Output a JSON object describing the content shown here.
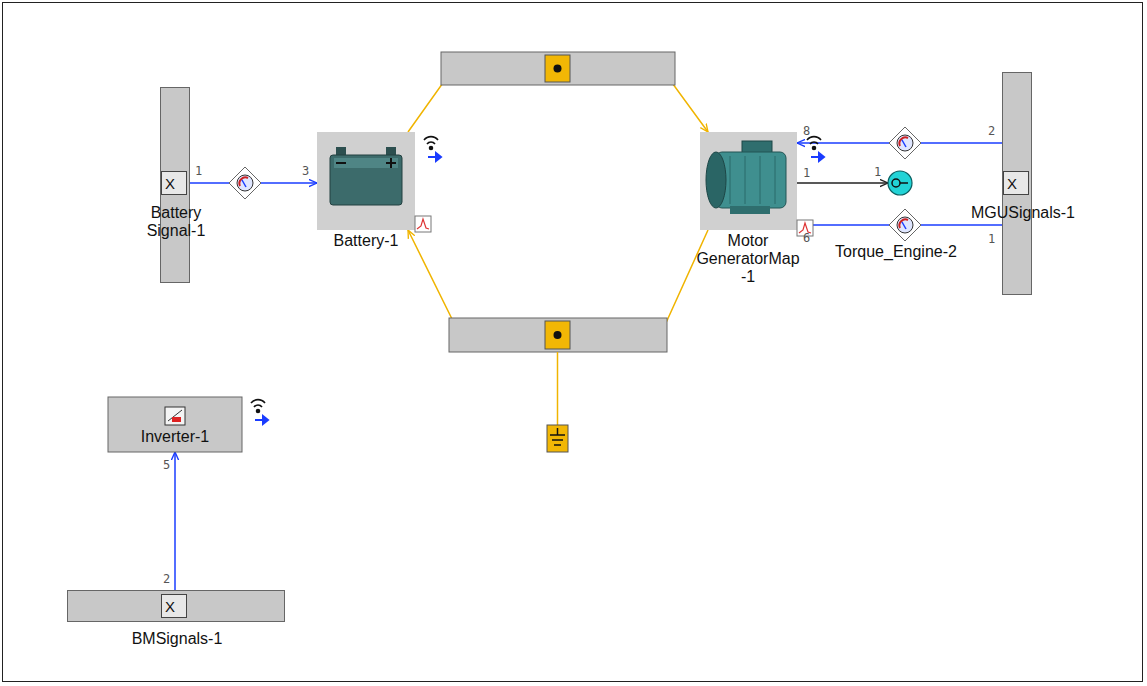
{
  "diagram": {
    "nodes": [
      {
        "text": [
          "Battery Signal-1"
        ]
      },
      {
        "text": [
          "Battery-1"
        ]
      },
      {
        "text": [
          "Motor GeneratorMap -1"
        ]
      },
      {
        "text": [
          "Torque_Engine-2"
        ]
      },
      {
        "text": [
          "MGUSignals-1"
        ]
      },
      {
        "text": [
          "Inverter-1"
        ]
      },
      {
        "text": [
          "BMSignals-1"
        ]
      }
    ],
    "edges": [
      {
        "from": 0,
        "to": 1,
        "arrow": "to"
      },
      {
        "from": 1,
        "to": 2,
        "arrow": "to"
      },
      {
        "from": 2,
        "to": 1,
        "arrow": "to"
      },
      {
        "from": 4,
        "to": 2,
        "arrow": "to"
      },
      {
        "from": 2,
        "to": 3,
        "arrow": "to"
      },
      {
        "from": 4,
        "to": 2,
        "arrow": "to"
      },
      {
        "from": 6,
        "to": 5,
        "arrow": "to"
      }
    ],
    "labels": [
      "1",
      "3",
      "8",
      "1",
      "6",
      "1",
      "2",
      "1",
      "5",
      "2",
      "X",
      "X",
      "X"
    ]
  }
}
